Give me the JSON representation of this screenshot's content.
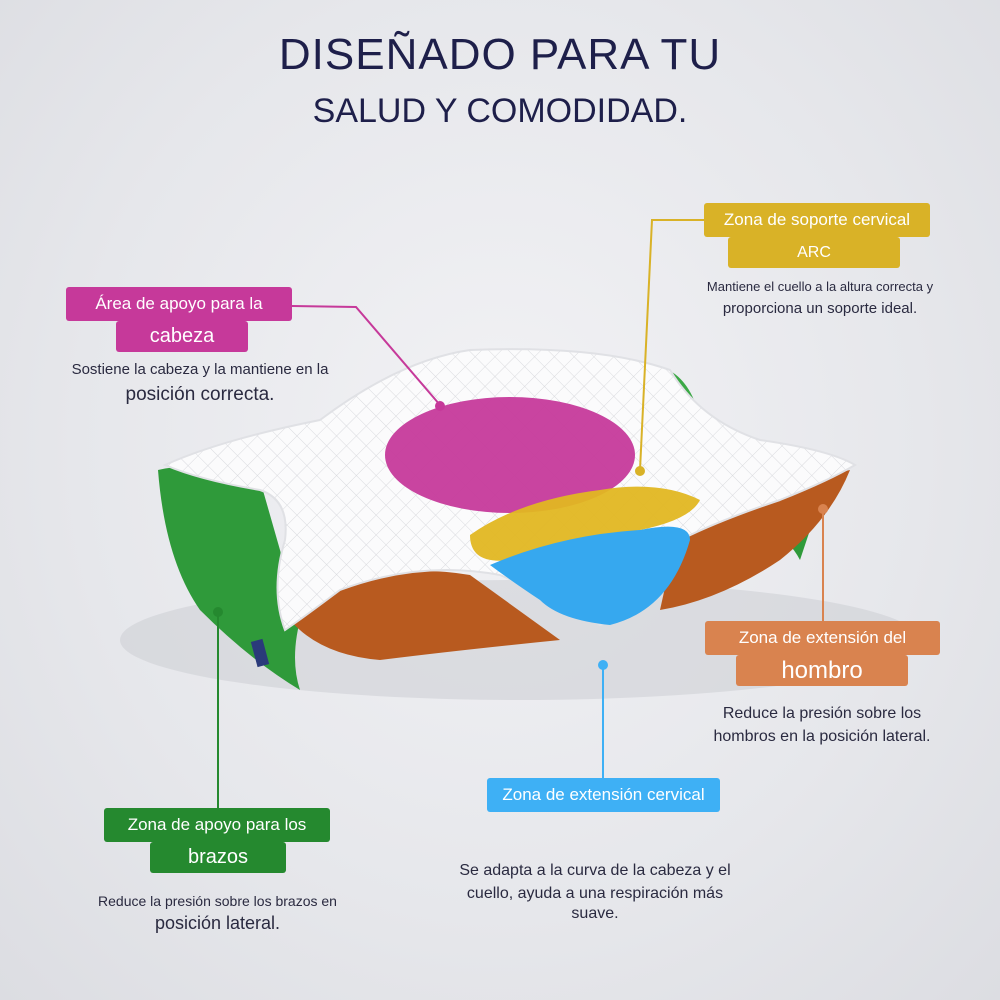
{
  "header": {
    "line1": "DISEÑADO PARA TU",
    "line2": "SALUD Y COMODIDAD."
  },
  "colors": {
    "head": "#c6399a",
    "arc": "#d9b227",
    "shoulder": "#d9834f",
    "cervical_ext": "#3eb0f5",
    "arms": "#25892f",
    "title": "#1e1f4a"
  },
  "labels": {
    "head": {
      "line1": "Área de apoyo para la",
      "line2": "cabeza",
      "desc1": "Sostiene la cabeza y la mantiene en la",
      "desc2": "posición correcta."
    },
    "arc": {
      "line1": "Zona de soporte cervical",
      "line2": "ARC",
      "desc1": "Mantiene el cuello a la altura correcta y",
      "desc2": "proporciona un soporte ideal."
    },
    "shoulder": {
      "line1": "Zona de extensión del",
      "line2": "hombro",
      "desc1": "Reduce la presión sobre los",
      "desc2": "hombros en la posición lateral."
    },
    "cervical_ext": {
      "line1": "Zona de extensión cervical",
      "line2": "",
      "desc1": "Se adapta a la curva de la cabeza y el",
      "desc2": "cuello, ayuda a una respiración más",
      "desc3": "suave."
    },
    "arms": {
      "line1": "Zona de apoyo para los",
      "line2": "brazos",
      "desc1": "Reduce la presión sobre los brazos en",
      "desc2": "posición lateral."
    }
  }
}
